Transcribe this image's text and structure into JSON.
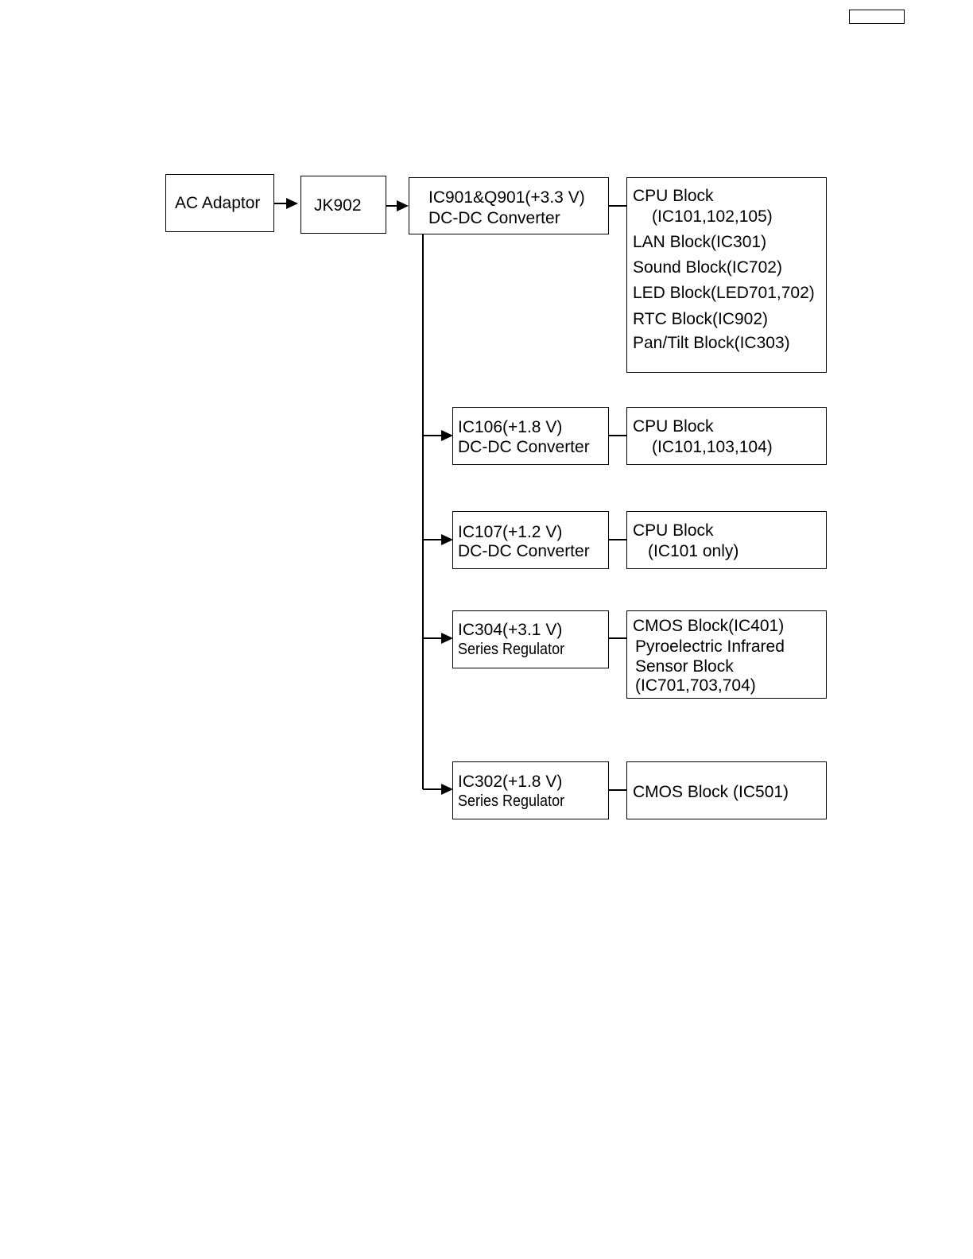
{
  "power_flow": {
    "ac_adaptor": "AC Adaptor",
    "jack": "JK902",
    "main_converter": {
      "line1": "IC901&Q901(+3.3 V)",
      "line2": "DC-DC Converter"
    },
    "main_load": {
      "line1": "CPU Block",
      "line2": "(IC101,102,105)",
      "line3": "LAN Block(IC301)",
      "line4": "Sound Block(IC702)",
      "line5": "LED Block(LED701,702)",
      "line6": "RTC Block(IC902)",
      "line7": "Pan/Tilt  Block(IC303)"
    },
    "branches": [
      {
        "reg_line1": "IC106(+1.8 V)",
        "reg_line2": "DC-DC Converter",
        "load_line1": "CPU Block",
        "load_line2": "(IC101,103,104)"
      },
      {
        "reg_line1": "IC107(+1.2 V)",
        "reg_line2": "DC-DC Converter",
        "load_line1": "CPU Block",
        "load_line2": "(IC101 only)"
      },
      {
        "reg_line1": "IC304(+3.1 V)",
        "reg_line2": "Series Regulator",
        "load_line1": "CMOS Block(IC401)",
        "load_line2": "Pyroelectric Infrared",
        "load_line3": "Sensor Block",
        "load_line4": "(IC701,703,704)"
      },
      {
        "reg_line1": "IC302(+1.8 V)",
        "reg_line2": "Series Regulator",
        "load_line1": "CMOS Block (IC501)"
      }
    ]
  }
}
